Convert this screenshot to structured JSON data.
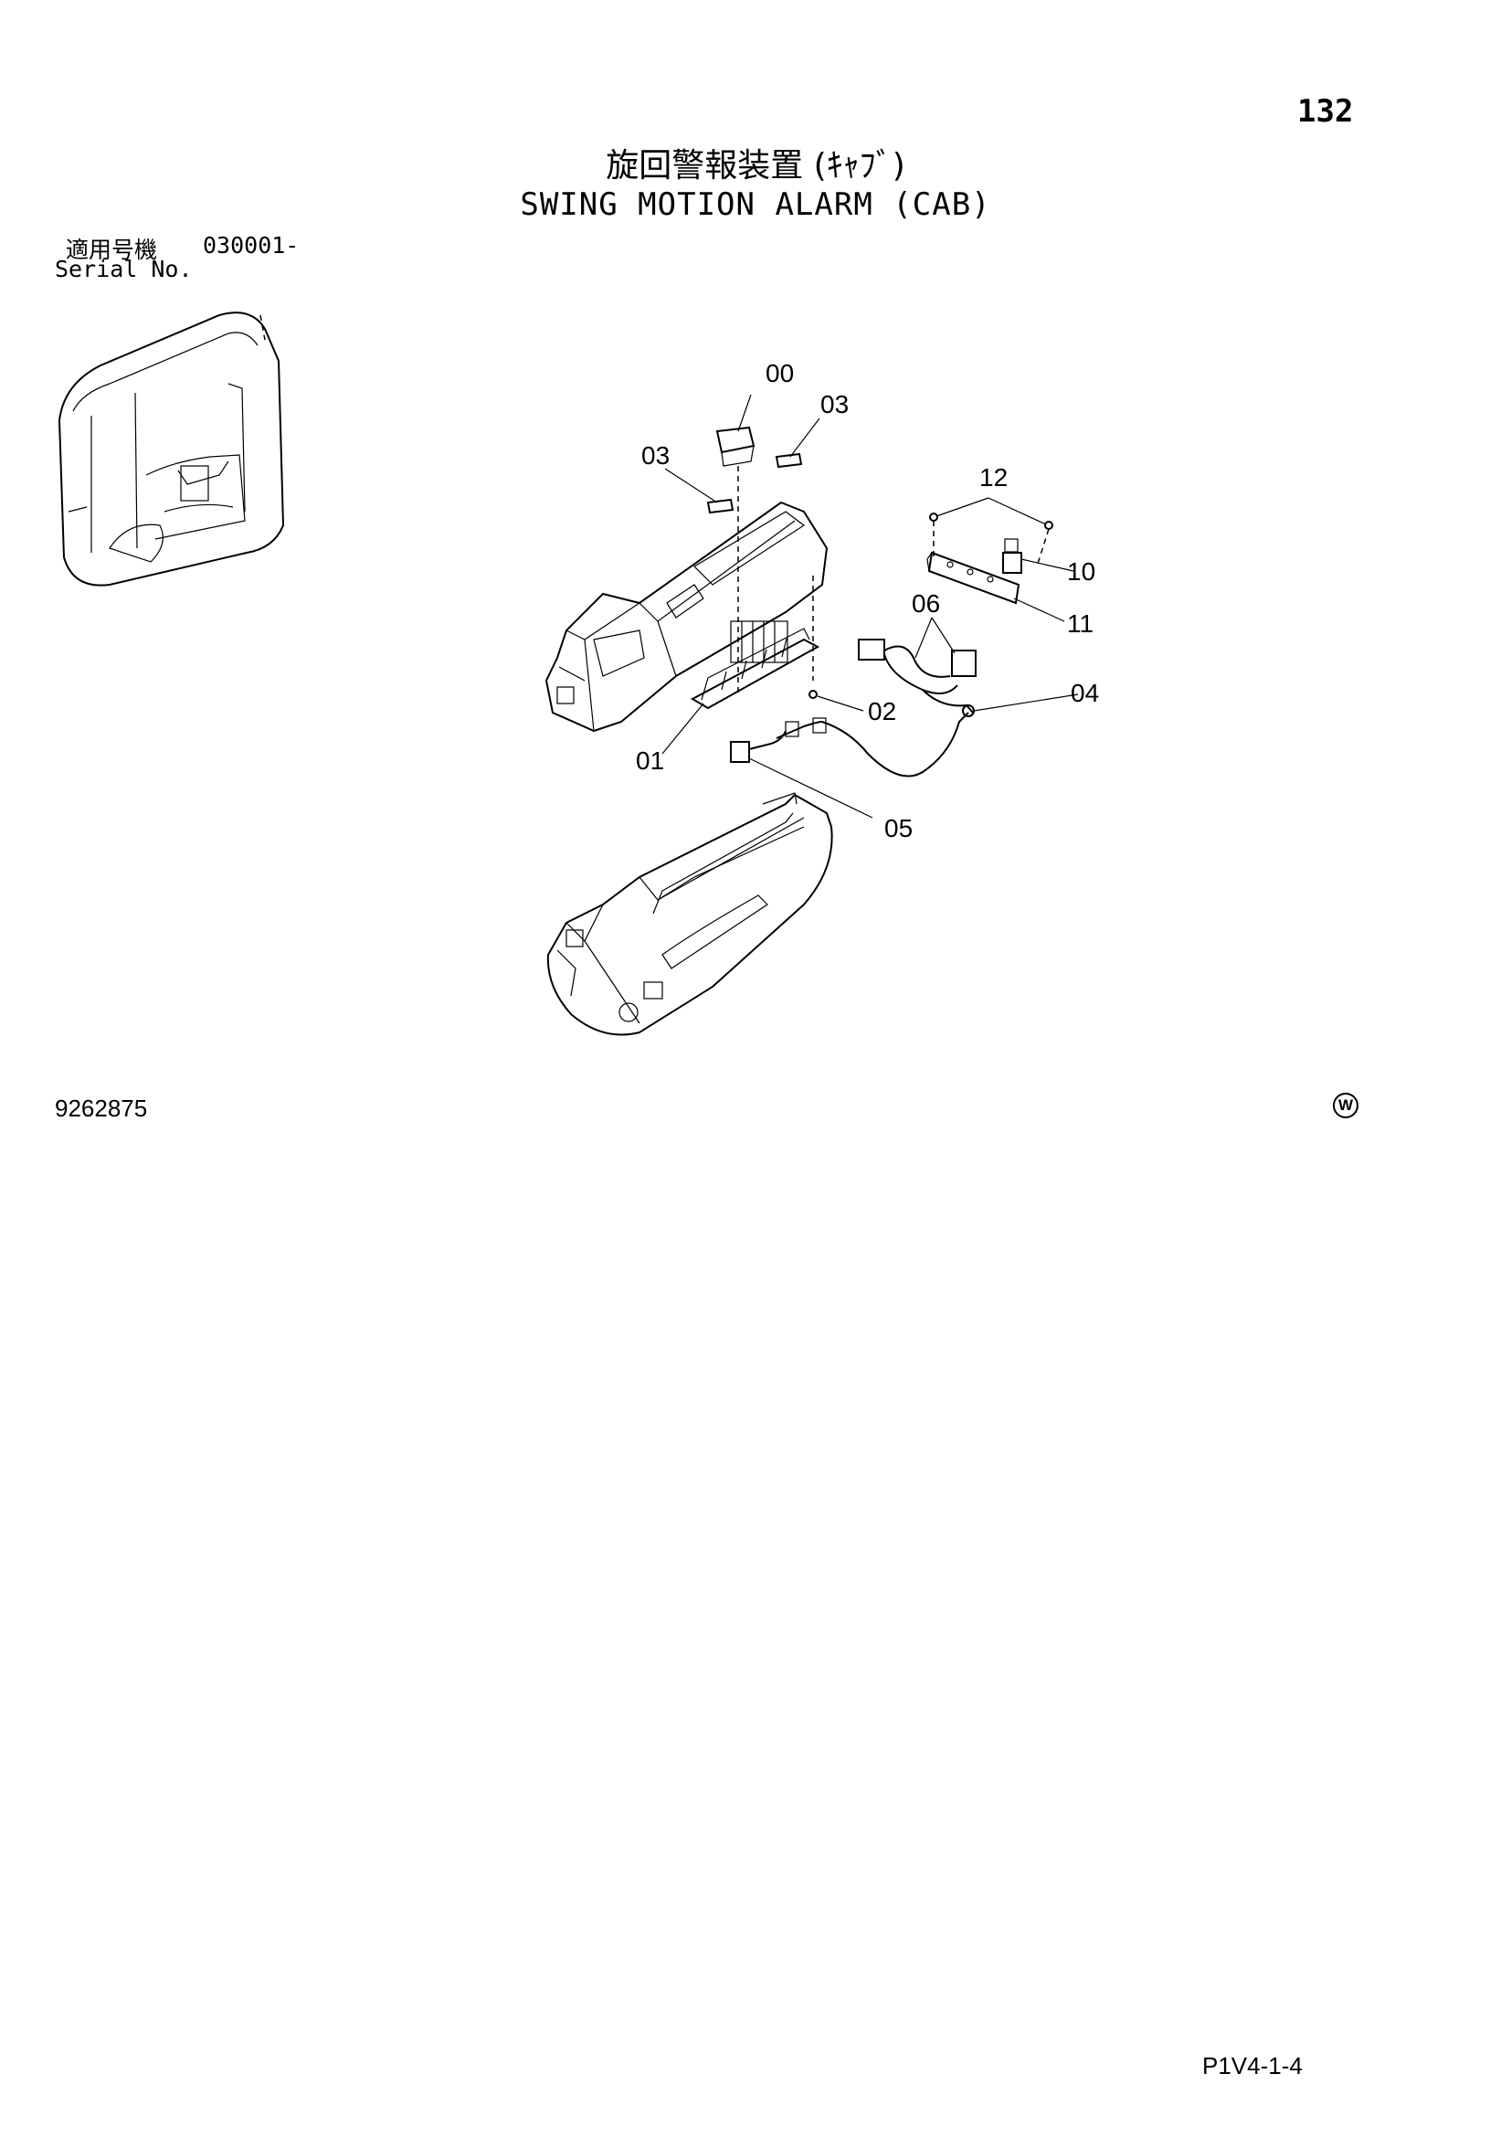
{
  "header": {
    "page_number": "132",
    "title_jp": "旋回警報装置 (ｷｬﾌﾞ)",
    "title_en": "SWING MOTION ALARM (CAB)"
  },
  "serial": {
    "label_jp": "適用号機",
    "value": "030001-",
    "label_en": "Serial No."
  },
  "callouts": {
    "c00": "00",
    "c03a": "03",
    "c03b": "03",
    "c12": "12",
    "c10": "10",
    "c11": "11",
    "c06": "06",
    "c02": "02",
    "c04": "04",
    "c01": "01",
    "c05": "05"
  },
  "icons": [
    "cab-overview-icon",
    "console-assembly-icon",
    "w-mark-icon"
  ],
  "footer": {
    "doc_code": "9262875",
    "w_mark": "W",
    "ref_code": "P1V4-1-4"
  }
}
